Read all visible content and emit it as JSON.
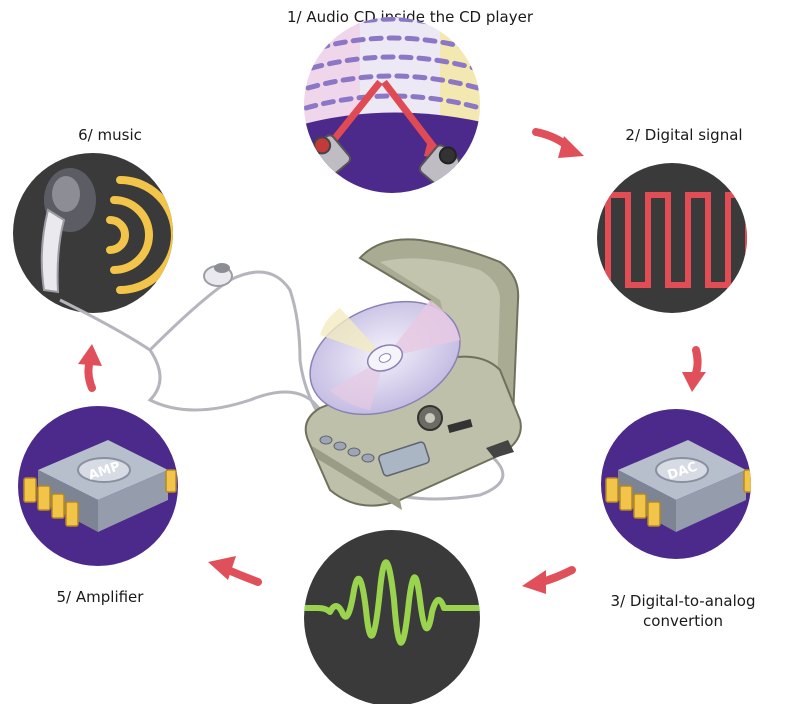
{
  "labels": {
    "step1": "1/ Audio CD inside the CD player",
    "step2": "2/ Digital signal",
    "step3_line1": "3/ Digital-to-analog",
    "step3_line2": "convertion",
    "step5": "5/ Amplifier",
    "step6": "6/ music"
  },
  "chip_labels": {
    "dac": "DAC",
    "amp": "AMP"
  },
  "colors": {
    "dark_circle": "#3a3a3a",
    "purple": "#4b2a8c",
    "arrow_red": "#e0505a",
    "signal_red": "#e24d55",
    "wave_green": "#9ad44e",
    "sound_yellow": "#f2c44a"
  }
}
